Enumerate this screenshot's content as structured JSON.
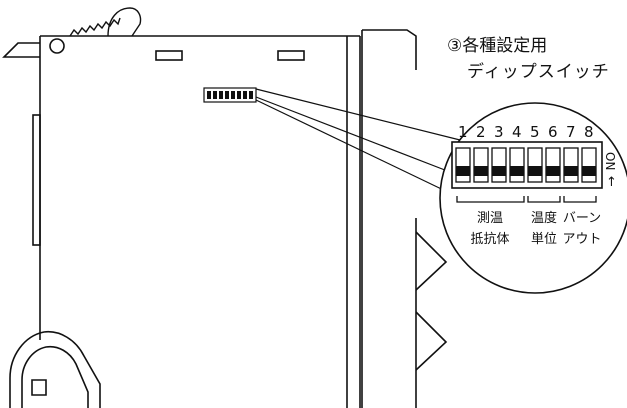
{
  "title": "③各種設定用",
  "subtitle": "ディップスイッチ",
  "switch_numbers": [
    "1",
    "2",
    "3",
    "4",
    "5",
    "6",
    "7",
    "8"
  ],
  "on_label": "ON",
  "on_arrow": "↑",
  "groups": [
    {
      "line1": "測温",
      "line2": "抵抗体"
    },
    {
      "line1": "温度",
      "line2": "単位"
    },
    {
      "line1": "バーン",
      "line2": "アウト"
    }
  ]
}
